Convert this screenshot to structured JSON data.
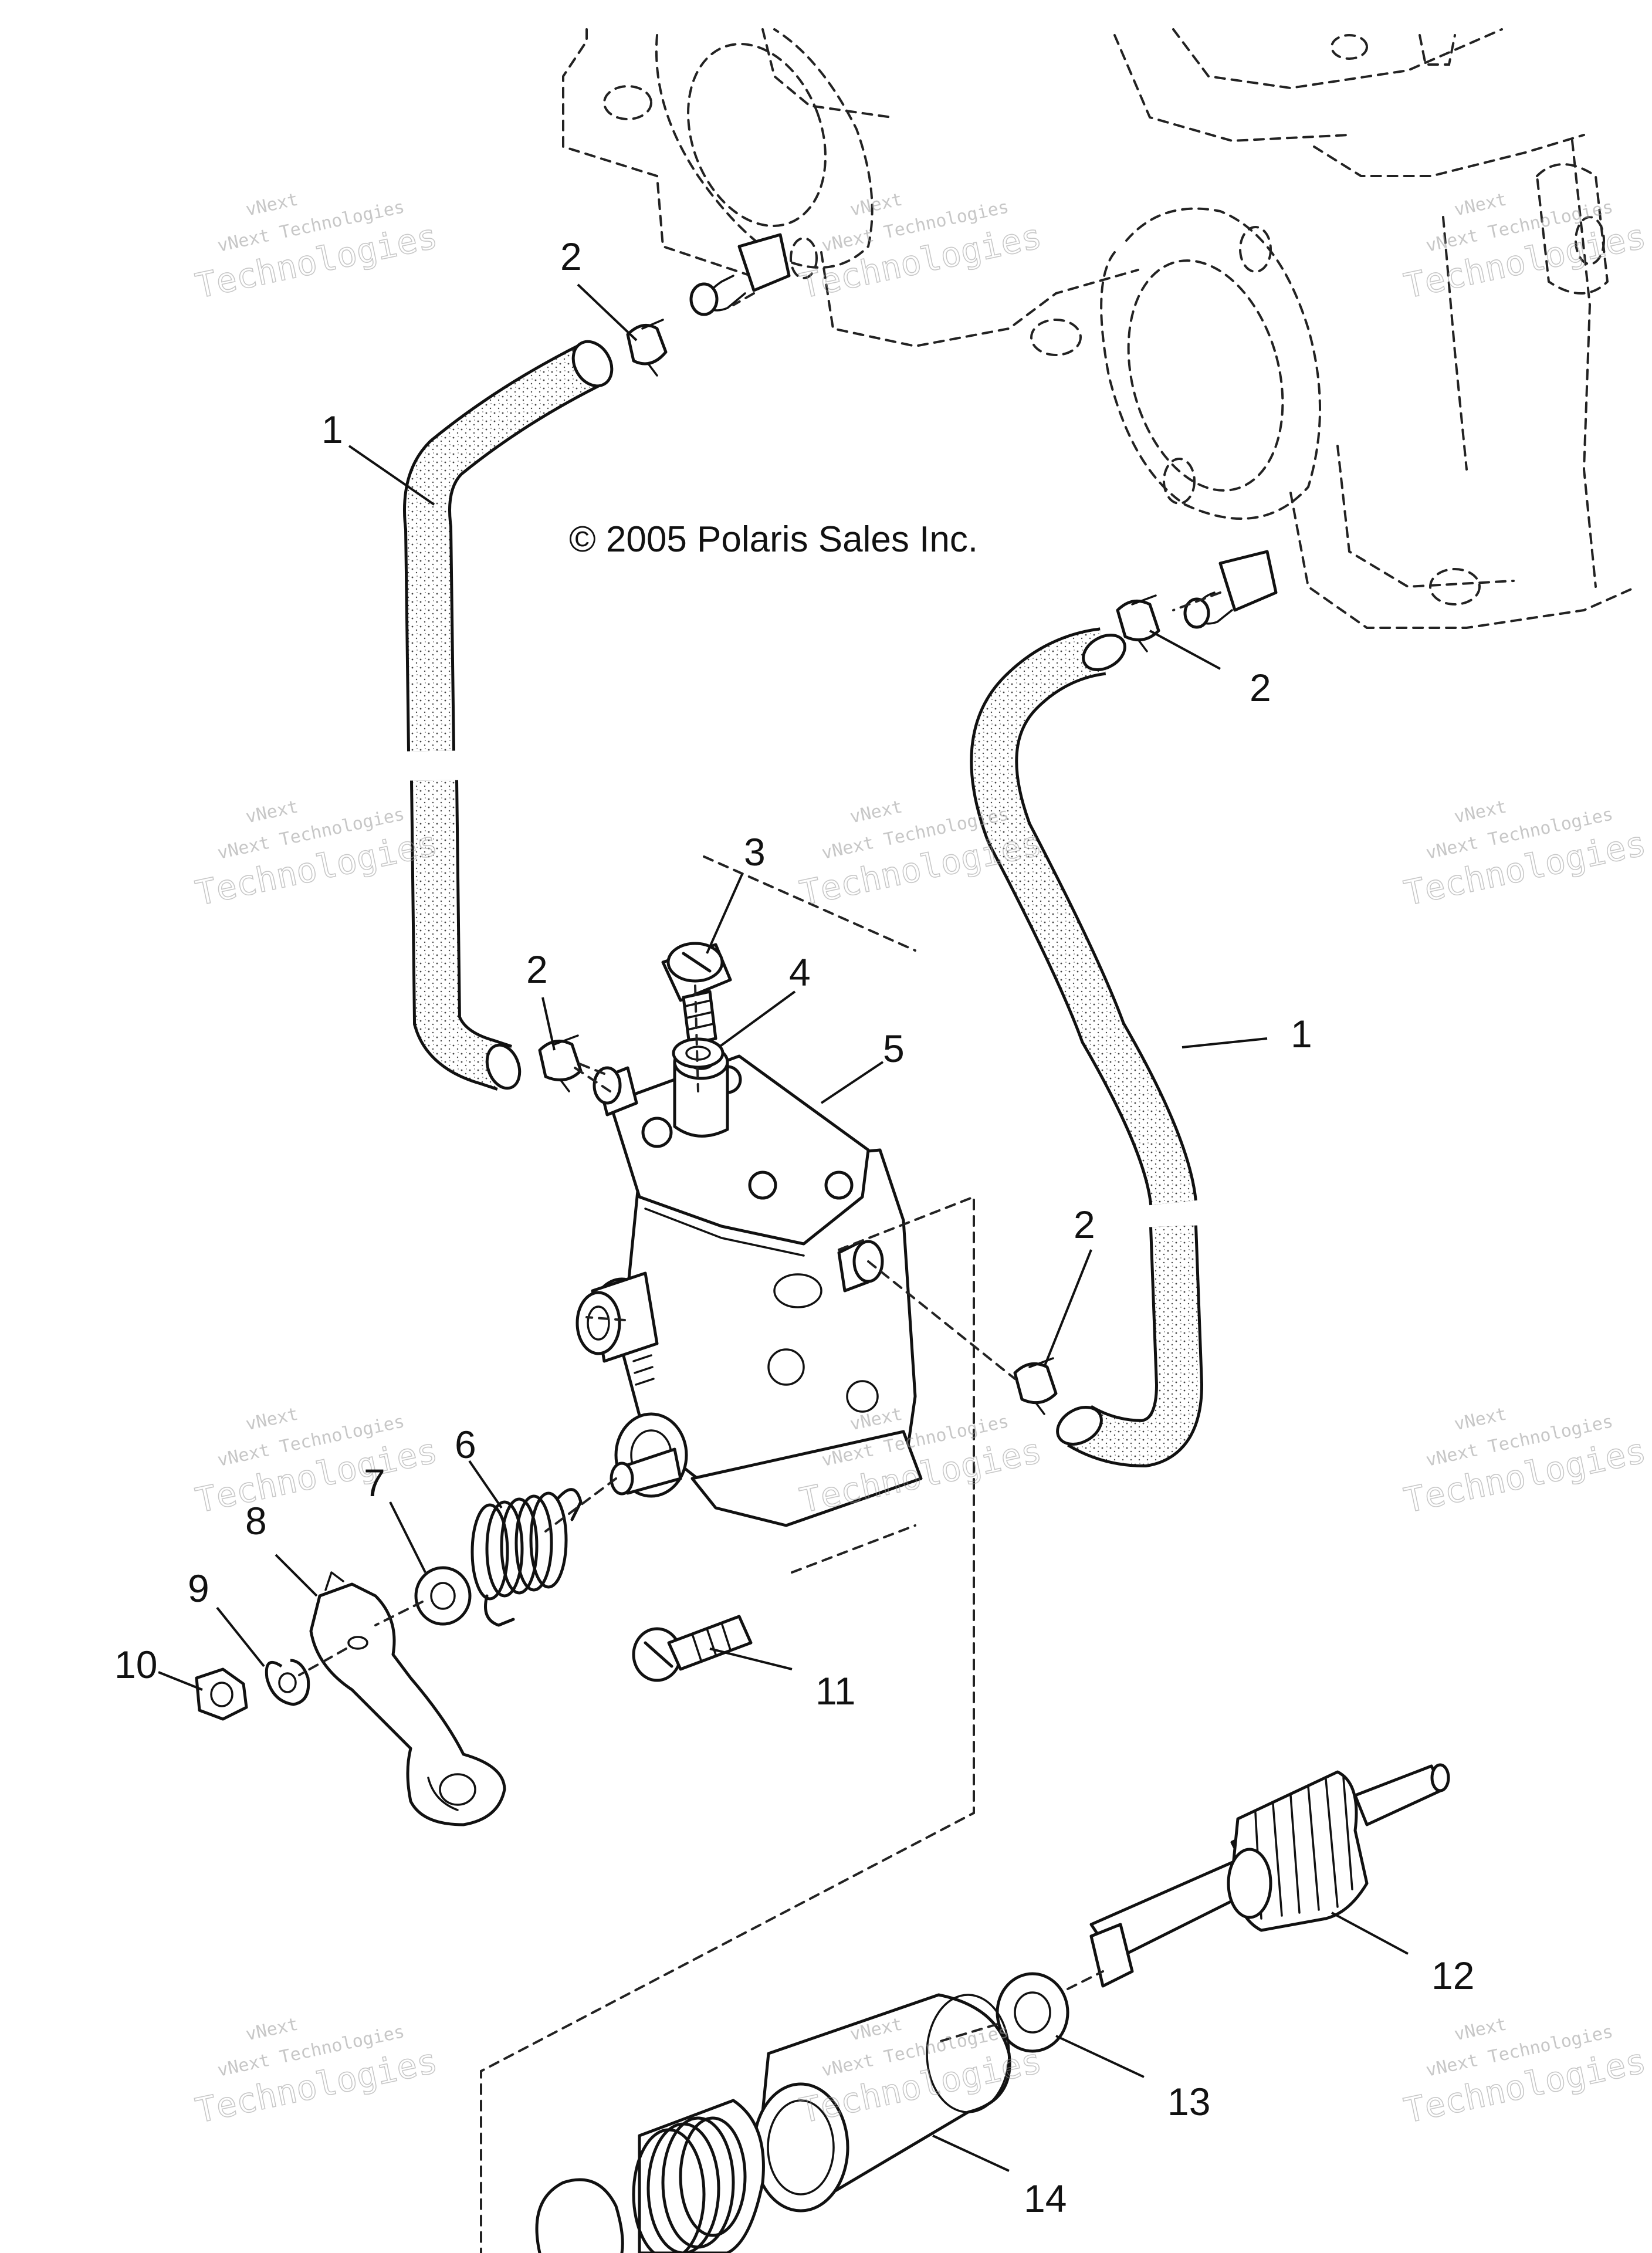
{
  "copyright": "© 2005 Polaris Sales Inc.",
  "watermark": {
    "line1": "vNext",
    "line2": "vNext Technologies",
    "line3": "Technologies"
  },
  "callouts": {
    "c1a": "1",
    "c1b": "1",
    "c2a": "2",
    "c2b": "2",
    "c2c": "2",
    "c2d": "2",
    "c3": "3",
    "c4": "4",
    "c5": "5",
    "c6": "6",
    "c7": "7",
    "c8": "8",
    "c9": "9",
    "c10": "10",
    "c11": "11",
    "c12": "12",
    "c13": "13",
    "c14": "14"
  }
}
